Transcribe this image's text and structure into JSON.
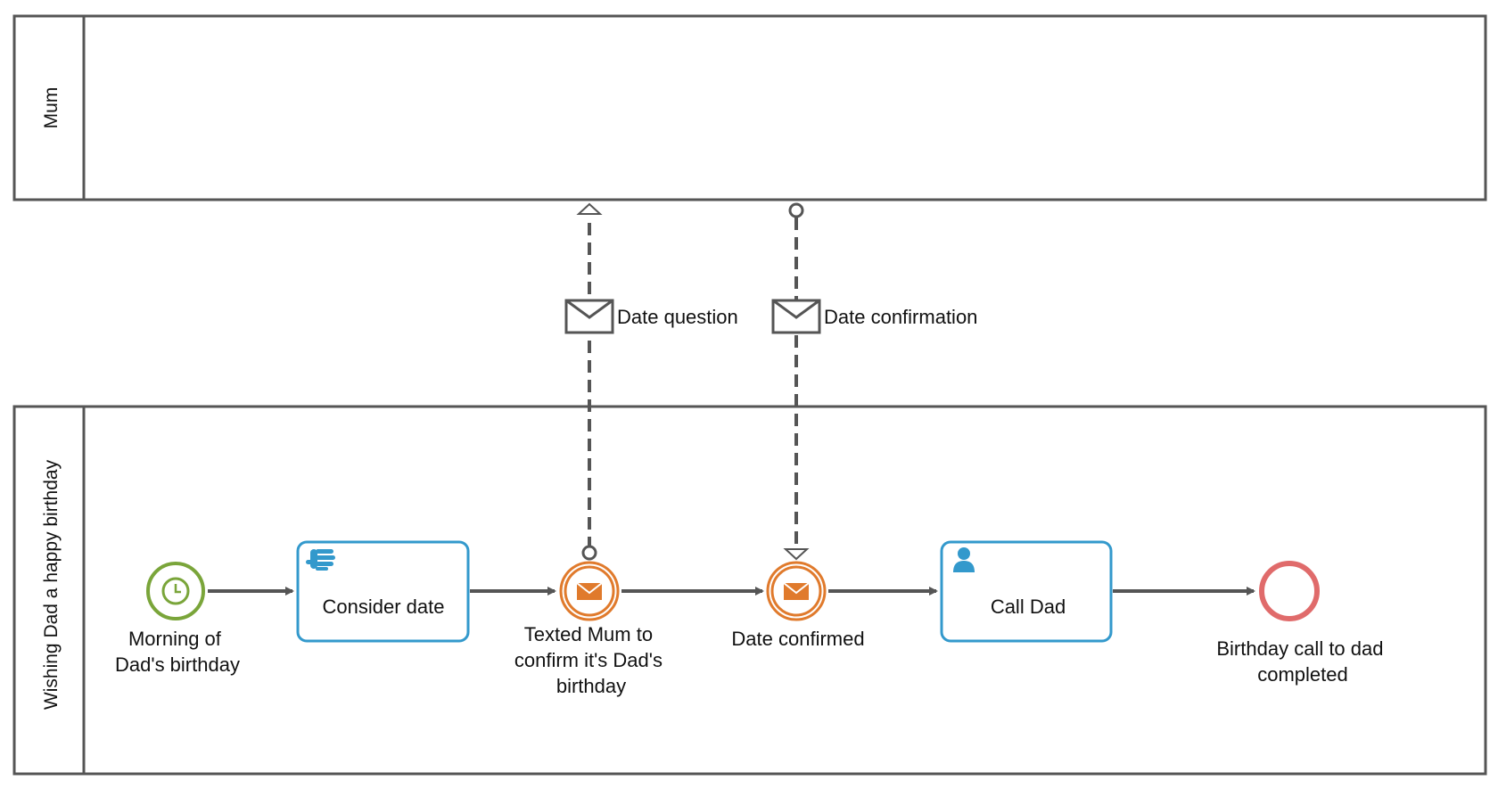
{
  "pools": {
    "mum": {
      "label": "Mum"
    },
    "main": {
      "label": "Wishing Dad a happy birthday"
    }
  },
  "events": {
    "start": {
      "lines": [
        "Morning of",
        "Dad's birthday"
      ],
      "color": "#7aa53a",
      "icon": "clock-icon"
    },
    "send_msg": {
      "lines": [
        "Texted Mum to",
        "confirm it's Dad's",
        "birthday"
      ],
      "color": "#e07a2c",
      "icon": "envelope-icon"
    },
    "catch_msg": {
      "lines": [
        "Date confirmed"
      ],
      "color": "#e07a2c",
      "icon": "envelope-icon"
    },
    "end": {
      "lines": [
        "Birthday call to dad",
        "completed"
      ],
      "color": "#e06b6b"
    }
  },
  "tasks": {
    "consider": {
      "label": "Consider date",
      "icon": "hand-icon",
      "color": "#3399cc"
    },
    "call": {
      "label": "Call Dad",
      "icon": "user-icon",
      "color": "#3399cc"
    }
  },
  "messages": {
    "question": {
      "label": "Date question",
      "icon": "envelope-icon"
    },
    "confirmation": {
      "label": "Date confirmation",
      "icon": "envelope-icon"
    }
  }
}
